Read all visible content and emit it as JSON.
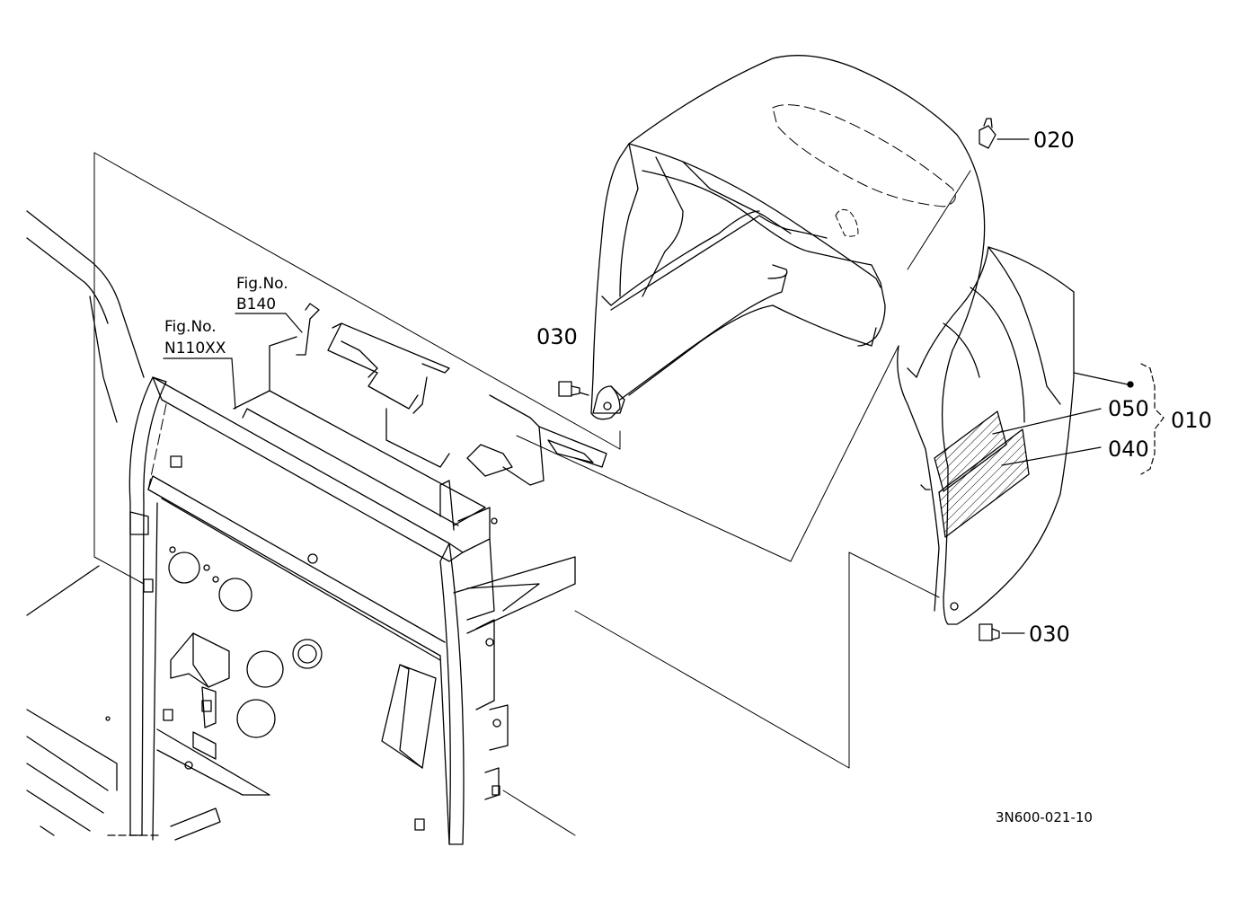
{
  "figure_refs": [
    {
      "line1": "Fig.No.",
      "line2": "B140"
    },
    {
      "line1": "Fig.No.",
      "line2": "N110XX"
    }
  ],
  "callouts": {
    "p020": "020",
    "p030_top": "030",
    "p050": "050",
    "p040": "040",
    "p010": "010",
    "p030_bottom": "030"
  },
  "drawing_code": "3N600-021-10",
  "colors": {
    "line": "#000000",
    "background": "#ffffff"
  }
}
